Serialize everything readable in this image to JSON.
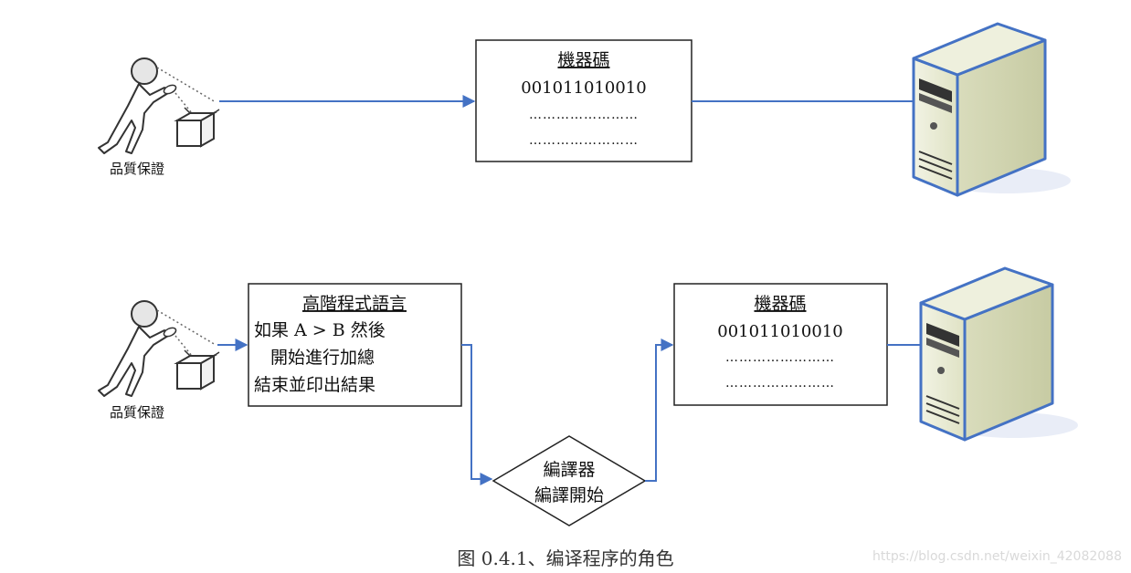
{
  "row1": {
    "person_label": "品質保證",
    "machine_code_box": {
      "title": "機器碼",
      "line1": "001011010010",
      "line2": "……………………",
      "line3": "……………………"
    }
  },
  "row2": {
    "person_label": "品質保證",
    "source_box": {
      "title": "高階程式語言",
      "line1": "如果 A > B 然後",
      "line2": "開始進行加總",
      "line3": "結束並印出結果"
    },
    "compiler": {
      "line1": "編譯器",
      "line2": "編譯開始"
    },
    "machine_code_box": {
      "title": "機器碼",
      "line1": "001011010010",
      "line2": "……………………",
      "line3": "……………………"
    }
  },
  "caption": "图 0.4.1、编译程序的角色",
  "watermark": "https://blog.csdn.net/weixin_42082088",
  "colors": {
    "arrow": "#4472c4",
    "server_body": "#e9ecd6",
    "server_outline": "#4472c4"
  },
  "icons": [
    "person-icon",
    "box-icon",
    "server-icon"
  ]
}
